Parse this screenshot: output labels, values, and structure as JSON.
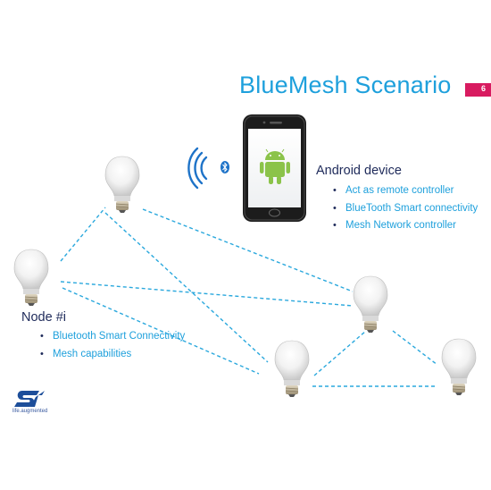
{
  "slide": {
    "title": "BlueMesh Scenario",
    "page_number": "6"
  },
  "android": {
    "heading": "Android device",
    "features": [
      "Act as remote controller",
      "BlueTooth Smart connectivity",
      "Mesh Network controller"
    ]
  },
  "node": {
    "heading": "Node #i",
    "features": [
      "Bluetooth Smart Connectivity",
      "Mesh capabilities"
    ]
  },
  "brand": {
    "tagline": "life.augmented"
  },
  "colors": {
    "title": "#1ea0dc",
    "accent_tab": "#d81b60",
    "mesh_link": "#2aa8dd",
    "heading": "#1e2a5a",
    "android_green": "#8bc34a"
  },
  "icons": [
    "wifi-signal-icon",
    "bluetooth-icon",
    "android-robot-icon",
    "st-logo-icon",
    "light-bulb-icon"
  ]
}
